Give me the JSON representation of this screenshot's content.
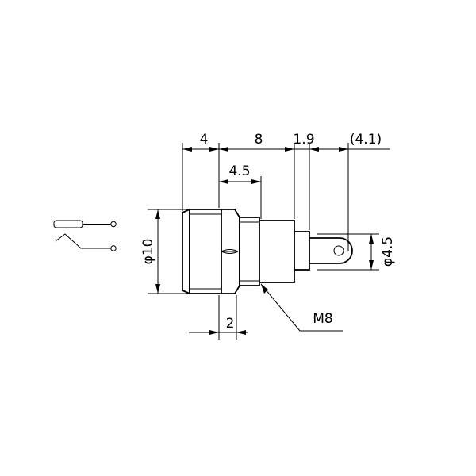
{
  "dimensions": {
    "d_4": "4",
    "d_8": "8",
    "d_1_9": "1.9",
    "d_4_1": "(4.1)",
    "d_4_5": "4.5",
    "d_2": "2",
    "dia_10": "φ10",
    "dia_4_5": "φ4.5",
    "thread": "M8"
  }
}
